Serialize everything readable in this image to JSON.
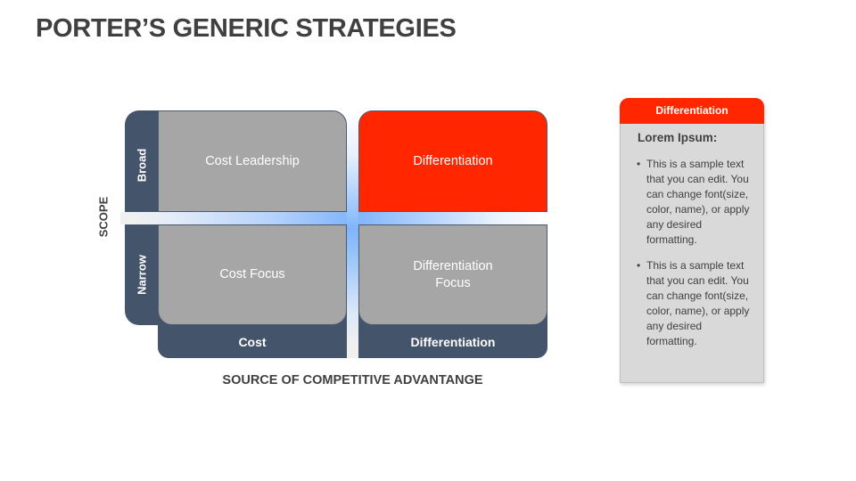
{
  "slide": {
    "title": "PORTER’S GENERIC STRATEGIES"
  },
  "matrix": {
    "y_axis_label": "SCOPE",
    "x_axis_label": "SOURCE OF COMPETITIVE ADVANTANGE",
    "rows": [
      {
        "label": "Broad"
      },
      {
        "label": "Narrow"
      }
    ],
    "columns": [
      {
        "label": "Cost"
      },
      {
        "label": "Differentiation"
      }
    ],
    "quadrants": {
      "top_left": {
        "label": "Cost Leadership",
        "color": "#a6a6a6"
      },
      "top_right": {
        "label": "Differentiation",
        "color": "#ff2600",
        "highlighted": true
      },
      "bottom_left": {
        "label": "Cost Focus",
        "color": "#a6a6a6"
      },
      "bottom_right": {
        "label_line1": "Differentiation",
        "label_line2": "Focus",
        "color": "#a6a6a6"
      }
    },
    "frame_color": "#44546a",
    "gradient_color": "#7fb4fb"
  },
  "detail_panel": {
    "header": "Differentiation",
    "header_color": "#ff2600",
    "subtitle": "Lorem Ipsum:",
    "bullet_glyph": "•",
    "bullets": [
      "This is a sample text that you can edit. You can change font(size, color, name), or apply any desired formatting.",
      "This is a sample text that you can edit. You can change font(size, color, name), or apply any desired formatting."
    ]
  }
}
